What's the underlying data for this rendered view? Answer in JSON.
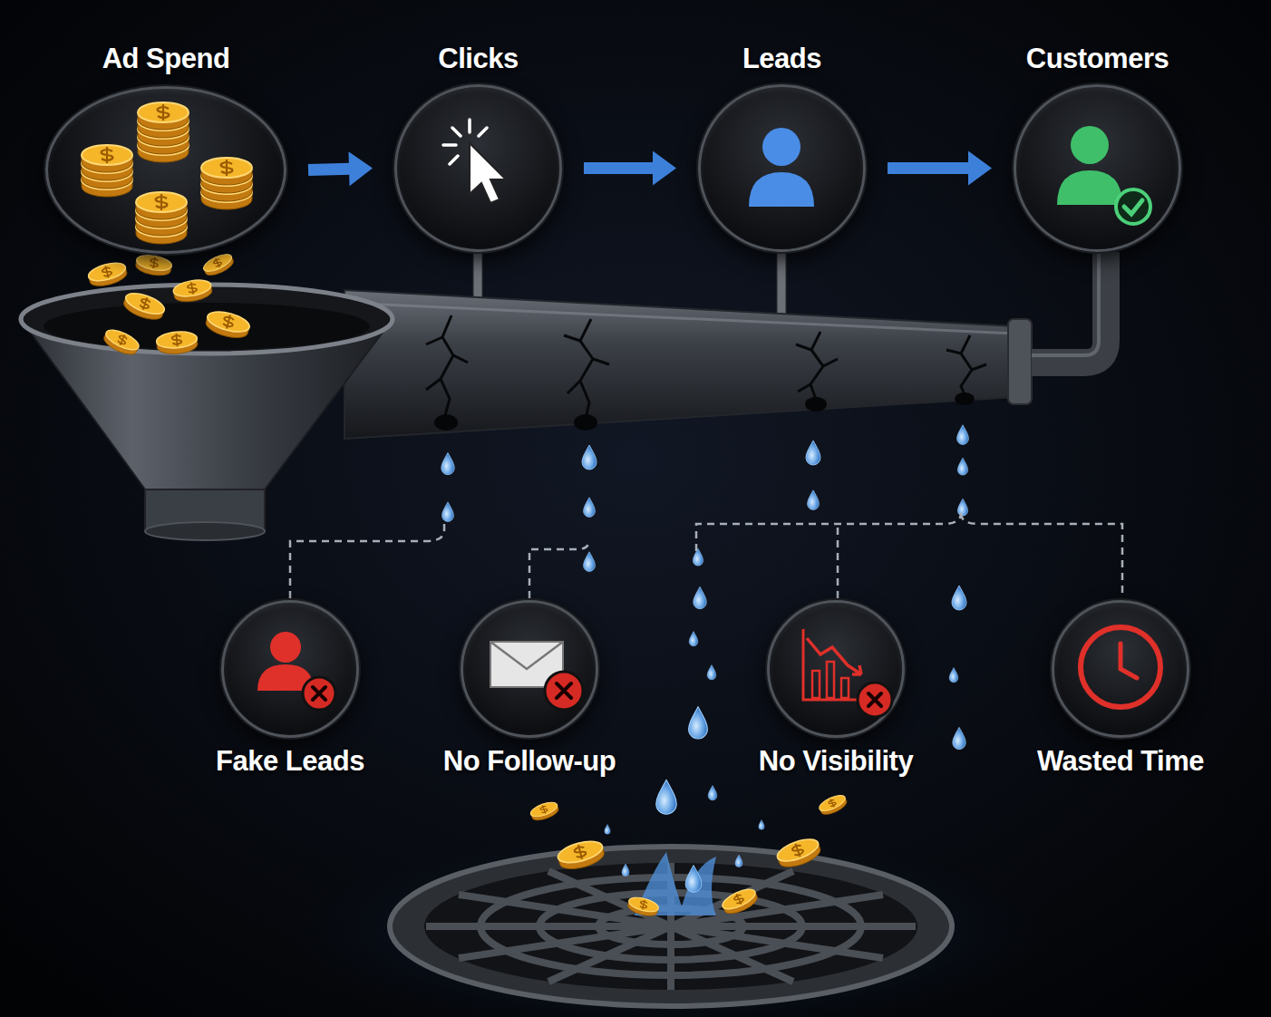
{
  "diagram": {
    "nodes": [
      {
        "text": [
          "Ad Spend"
        ]
      },
      {
        "text": [
          "Clicks"
        ]
      },
      {
        "text": [
          "Leads"
        ]
      },
      {
        "text": [
          "Customers"
        ]
      },
      {
        "text": [
          "Fake Leads"
        ]
      },
      {
        "text": [
          "No Follow-up"
        ]
      },
      {
        "text": [
          "No Visibility"
        ]
      },
      {
        "text": [
          "Wasted Time"
        ]
      }
    ],
    "edges": [
      {
        "from": 0,
        "to": 1,
        "arrow": "to"
      },
      {
        "from": 1,
        "to": 2,
        "arrow": "to"
      },
      {
        "from": 2,
        "to": 3,
        "arrow": "to"
      }
    ]
  }
}
